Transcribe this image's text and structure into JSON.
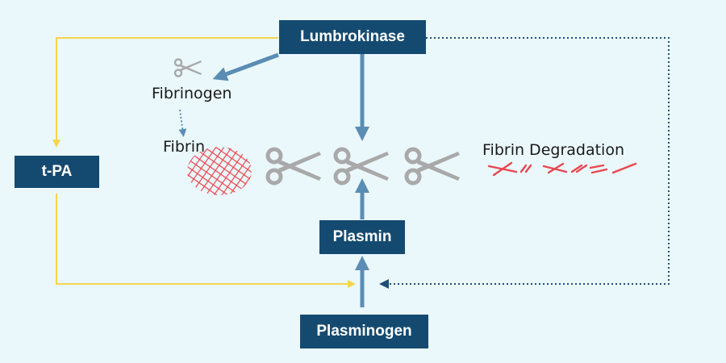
{
  "nodes": {
    "lumbrokinase": "Lumbrokinase",
    "tpa": "t-PA",
    "plasmin": "Plasmin",
    "plasminogen": "Plasminogen"
  },
  "labels": {
    "fibrinogen": "Fibrinogen",
    "fibrin": "Fibrin",
    "fibrin_degradation": "Fibrin Degradation"
  },
  "icons": {
    "scissors": "scissors-icon",
    "fibrin_mesh": "fibrin-mesh-icon",
    "degradation_fragments": "fibrin-fragments-icon"
  },
  "colors": {
    "background": "#eaf8fc",
    "box": "#154a70",
    "box_text": "#ffffff",
    "blue_arrow": "#5b8db4",
    "yellow_line": "#f7d44c",
    "dotted_line": "#1c4f78",
    "fibrin_red": "#e8474f",
    "scissors_gray": "#a9a9a9"
  }
}
